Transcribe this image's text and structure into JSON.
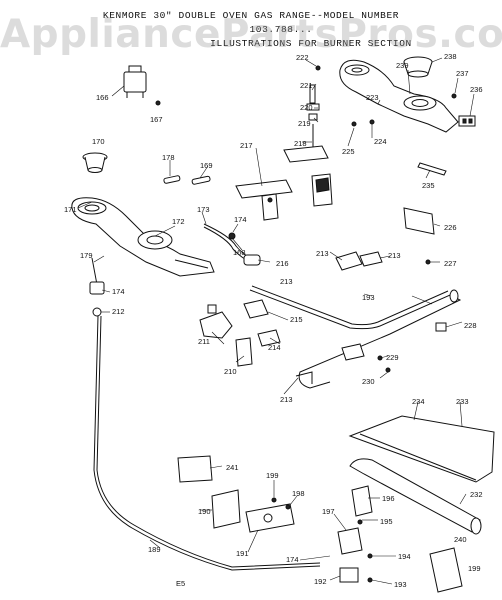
{
  "header": {
    "line1": "KENMORE 30\" DOUBLE OVEN GAS RANGE--MODEL NUMBER",
    "line2": "103.788...",
    "line3": "ILLUSTRATIONS FOR BURNER SECTION"
  },
  "watermark": "AppliancePartsPros.com",
  "page_number": "E5",
  "callouts": [
    "166",
    "167",
    "170",
    "171",
    "172",
    "173",
    "174",
    "168",
    "169",
    "178",
    "179",
    "174",
    "212",
    "211",
    "210",
    "213",
    "213",
    "214",
    "215",
    "216",
    "217",
    "218",
    "219",
    "220",
    "221",
    "222",
    "223",
    "224",
    "225",
    "226",
    "227",
    "228",
    "229",
    "230",
    "213",
    "213",
    "193",
    "233",
    "234",
    "232",
    "196",
    "195",
    "197",
    "194",
    "199",
    "240",
    "193",
    "192",
    "174",
    "189",
    "190",
    "191",
    "198",
    "199",
    "241",
    "235",
    "236",
    "237",
    "238",
    "239"
  ]
}
